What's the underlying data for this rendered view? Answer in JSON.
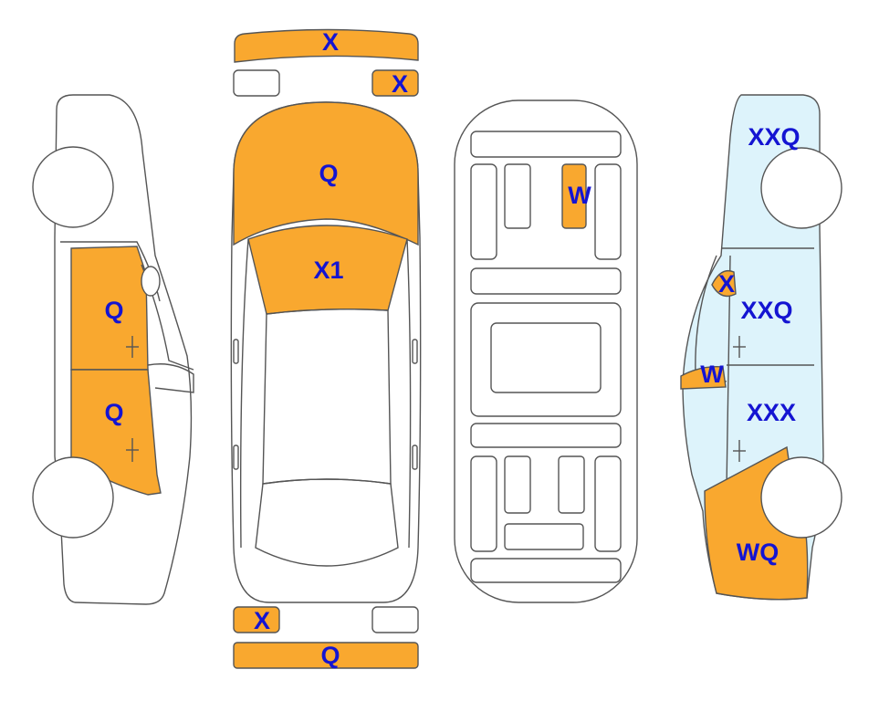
{
  "colors": {
    "damage": "#f9a82f",
    "light_blue": "#ddf3fb",
    "outline": "#555555",
    "label": "#1414d2"
  },
  "legend": {},
  "labels": {
    "front_bumper": "X",
    "front_small_panel": "X",
    "hood": "Q",
    "windshield": "X1",
    "roof_pillar": "W",
    "rear_small_panel": "X",
    "rear_bumper": "Q",
    "left_front_door": "Q",
    "left_rear_door": "Q",
    "right_front_fender": "XXQ",
    "right_mirror": "X",
    "right_front_door": "XXQ",
    "right_a_pillar": "W",
    "right_rear_door": "XXX",
    "right_rear_quarter": "WQ"
  }
}
